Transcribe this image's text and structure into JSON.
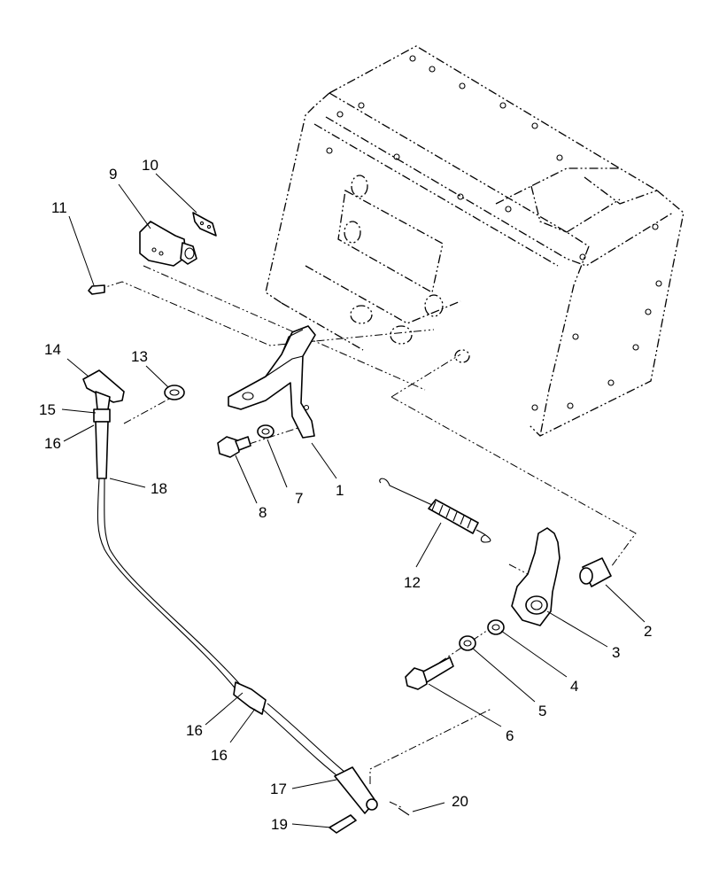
{
  "diagram": {
    "callouts": [
      {
        "id": "c1",
        "label": "1"
      },
      {
        "id": "c2",
        "label": "2"
      },
      {
        "id": "c3",
        "label": "3"
      },
      {
        "id": "c4",
        "label": "4"
      },
      {
        "id": "c5",
        "label": "5"
      },
      {
        "id": "c6",
        "label": "6"
      },
      {
        "id": "c7",
        "label": "7"
      },
      {
        "id": "c8",
        "label": "8"
      },
      {
        "id": "c9",
        "label": "9"
      },
      {
        "id": "c10",
        "label": "10"
      },
      {
        "id": "c11",
        "label": "11"
      },
      {
        "id": "c12",
        "label": "12"
      },
      {
        "id": "c13",
        "label": "13"
      },
      {
        "id": "c14",
        "label": "14"
      },
      {
        "id": "c15",
        "label": "15"
      },
      {
        "id": "c16a",
        "label": "16"
      },
      {
        "id": "c16b",
        "label": "16"
      },
      {
        "id": "c16c",
        "label": "16"
      },
      {
        "id": "c17",
        "label": "17"
      },
      {
        "id": "c18",
        "label": "18"
      },
      {
        "id": "c19",
        "label": "19"
      },
      {
        "id": "c20",
        "label": "20"
      }
    ]
  }
}
